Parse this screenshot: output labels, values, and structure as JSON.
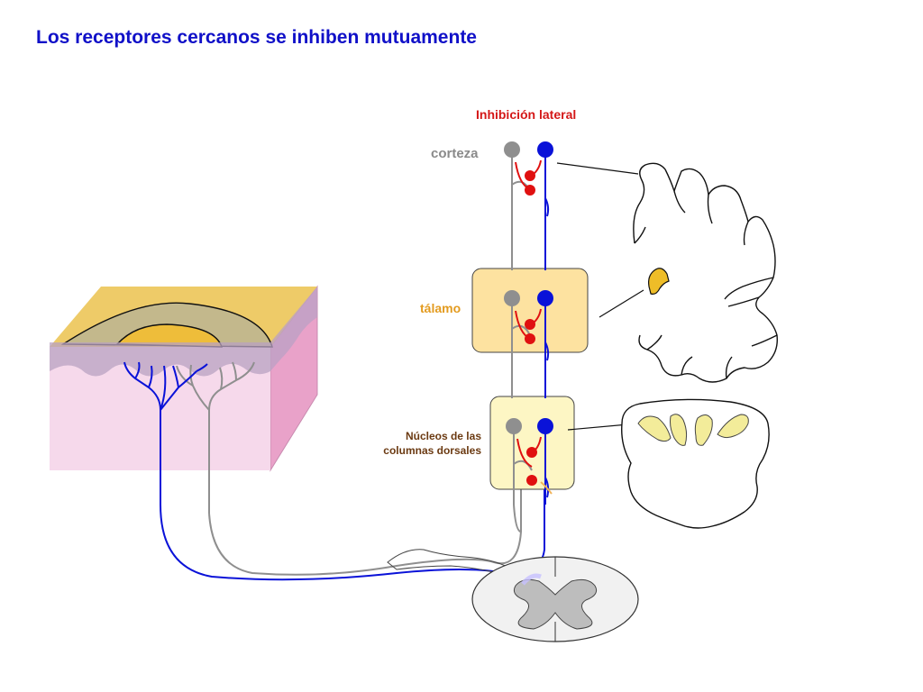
{
  "title": "Los receptores cercanos se inhiben mutuamente",
  "labels": {
    "inhibition": "Inhibición lateral",
    "cortex": "corteza",
    "thalamus": "tálamo",
    "dorsal_nuclei": "Núcleos de las columnas dorsales"
  },
  "colors": {
    "title": "#1010c8",
    "inhibition_label": "#d41818",
    "cortex_label": "#8a8a8a",
    "thalamus_label": "#e39b1f",
    "dorsal_label": "#6b3a12",
    "blue_neuron": "#0a12d8",
    "gray_neuron": "#8f8f8f",
    "red_interneuron": "#e01010",
    "thalamus_box": "#fde2a0",
    "dorsal_box": "#fdf6c4",
    "skin_top": "#efcb6a",
    "skin_side": "#e8a3c9",
    "skin_front": "#f5d8ea",
    "receptor_field_outer": "#c6b98a",
    "receptor_field_inner": "#efbe3a"
  }
}
